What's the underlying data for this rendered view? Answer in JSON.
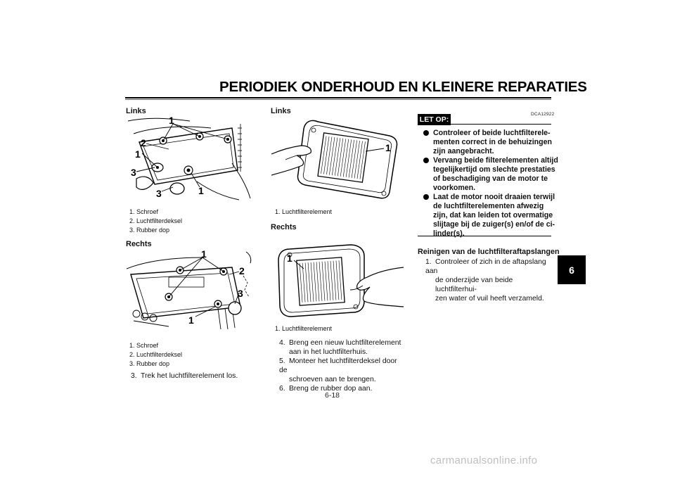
{
  "header": {
    "title": "PERIODIEK ONDERHOUD EN KLEINERE REPARATIES"
  },
  "chapter_tab": "6",
  "page_number": "6-18",
  "watermark": "carmanualsonline.info",
  "left_column": {
    "fig1": {
      "heading": "Links",
      "callouts": [
        "1",
        "2",
        "1",
        "3",
        "3",
        "1"
      ],
      "captions": [
        "1. Schroef",
        "2. Luchtfilterdeksel",
        "3. Rubber dop"
      ]
    },
    "fig2": {
      "heading": "Rechts",
      "callouts": [
        "1",
        "2",
        "3",
        "1"
      ],
      "captions": [
        "1. Schroef",
        "2. Luchtfilterdeksel",
        "3. Rubber dop"
      ]
    },
    "step3": {
      "num": "3.",
      "text": "Trek het luchtfilterelement los."
    }
  },
  "middle_column": {
    "fig1": {
      "heading": "Links",
      "callout": "1",
      "caption": "1. Luchtfilterelement"
    },
    "fig2": {
      "heading": "Rechts",
      "callout": "1",
      "caption": "1. Luchtfilterelement"
    },
    "steps": [
      {
        "num": "4.",
        "line1": "Breng een nieuw luchtfilterelement",
        "line2": "aan in het luchtfilterhuis."
      },
      {
        "num": "5.",
        "line1": "Monteer het luchtfilterdeksel door de",
        "line2": "schroeven aan te brengen."
      },
      {
        "num": "6.",
        "line1": "Breng de rubber dop aan.",
        "line2": ""
      }
    ]
  },
  "right_column": {
    "code": "DCA12922",
    "notice_label": "LET OP:",
    "bullets": [
      {
        "lines": [
          "Controleer of beide luchtfilterele-",
          "menten correct in de behuizingen",
          "zijn aangebracht."
        ]
      },
      {
        "lines": [
          "Vervang beide filterelementen altijd",
          "tegelijkertijd om slechte prestaties",
          "of beschadiging van de motor te",
          "voorkomen."
        ]
      },
      {
        "lines": [
          "Laat de motor nooit draaien terwijl",
          "de luchtfilterelementen afwezig",
          "zijn, dat kan leiden tot overmatige",
          "slijtage bij de zuiger(s) en/of de ci-",
          "linder(s)."
        ]
      }
    ],
    "section_heading": "Reinigen van de luchtfilteraftapslangen",
    "step1": {
      "num": "1.",
      "lines": [
        "Controleer of zich in de aftapslang aan",
        "de onderzijde van beide luchtfilterhui-",
        "zen water of vuil heeft verzameld."
      ]
    }
  }
}
